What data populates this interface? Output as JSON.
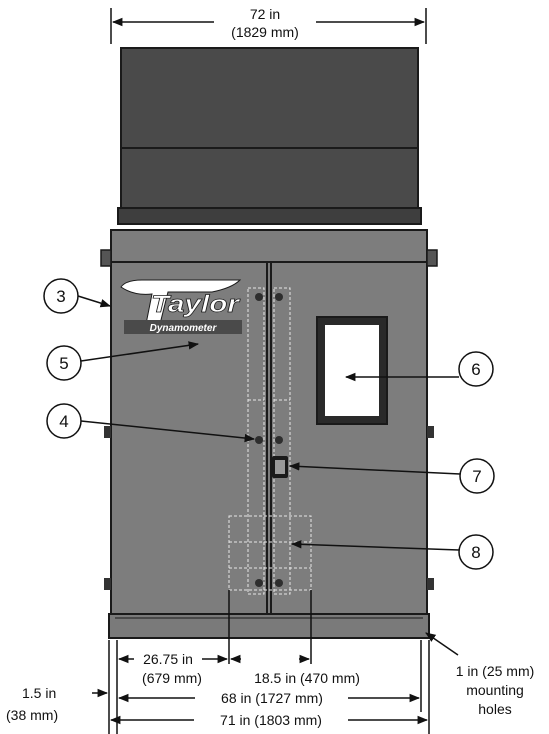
{
  "dimensions": {
    "top_width_in": "72 in",
    "top_width_mm": "(1829 mm)",
    "door_offset_in": "26.75 in",
    "door_offset_mm": "(679 mm)",
    "hinge_span": "18.5 in (470 mm)",
    "hole_span": "68 in (1727 mm)",
    "base_width": "71 in (1803 mm)",
    "edge_offset_in": "1.5 in",
    "edge_offset_mm": "(38 mm)",
    "holes_line1": "1 in (25 mm)",
    "holes_line2": "mounting",
    "holes_line3": "holes"
  },
  "logo": {
    "brand": "Taylor",
    "sub": "Dynamometer"
  },
  "callouts": [
    "3",
    "4",
    "5",
    "6",
    "7",
    "8"
  ],
  "colors": {
    "cabinet": "#7d7d7d",
    "hood": "#4a4a4a",
    "outline": "#1a1a1a",
    "dashed": "#e8e8e8"
  }
}
